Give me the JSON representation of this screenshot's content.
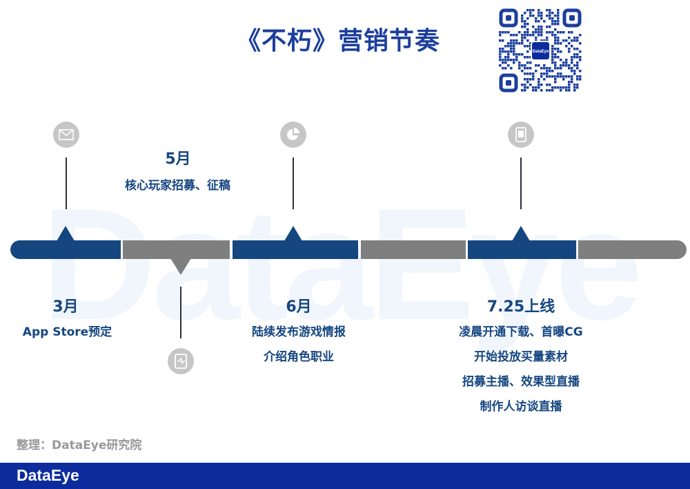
{
  "title": "《不朽》营销节奏",
  "watermark": "DataEye",
  "qr_logo": "DataEye",
  "milestones": [
    {
      "month": "3月",
      "lines": [
        "App Store预定"
      ],
      "icon": "envelope-icon"
    },
    {
      "month": "5月",
      "lines": [
        "核心玩家招募、征稿"
      ],
      "icon": "tablet-chart-icon"
    },
    {
      "month": "6月",
      "lines": [
        "陆续发布游戏情报",
        "介绍角色职业"
      ],
      "icon": "pie-chart-icon"
    },
    {
      "month": "7.25上线",
      "lines": [
        "凌晨开通下载、首曝CG",
        "开始投放买量素材",
        "招募主播、效果型直播",
        "制作人访谈直播"
      ],
      "icon": "phone-icon"
    }
  ],
  "credit": "整理：DataEye研究院",
  "footer_logo": "DataEye",
  "colors": {
    "primary": "#154680",
    "gray": "#7f7f7f",
    "footer": "#0c2c9e"
  }
}
